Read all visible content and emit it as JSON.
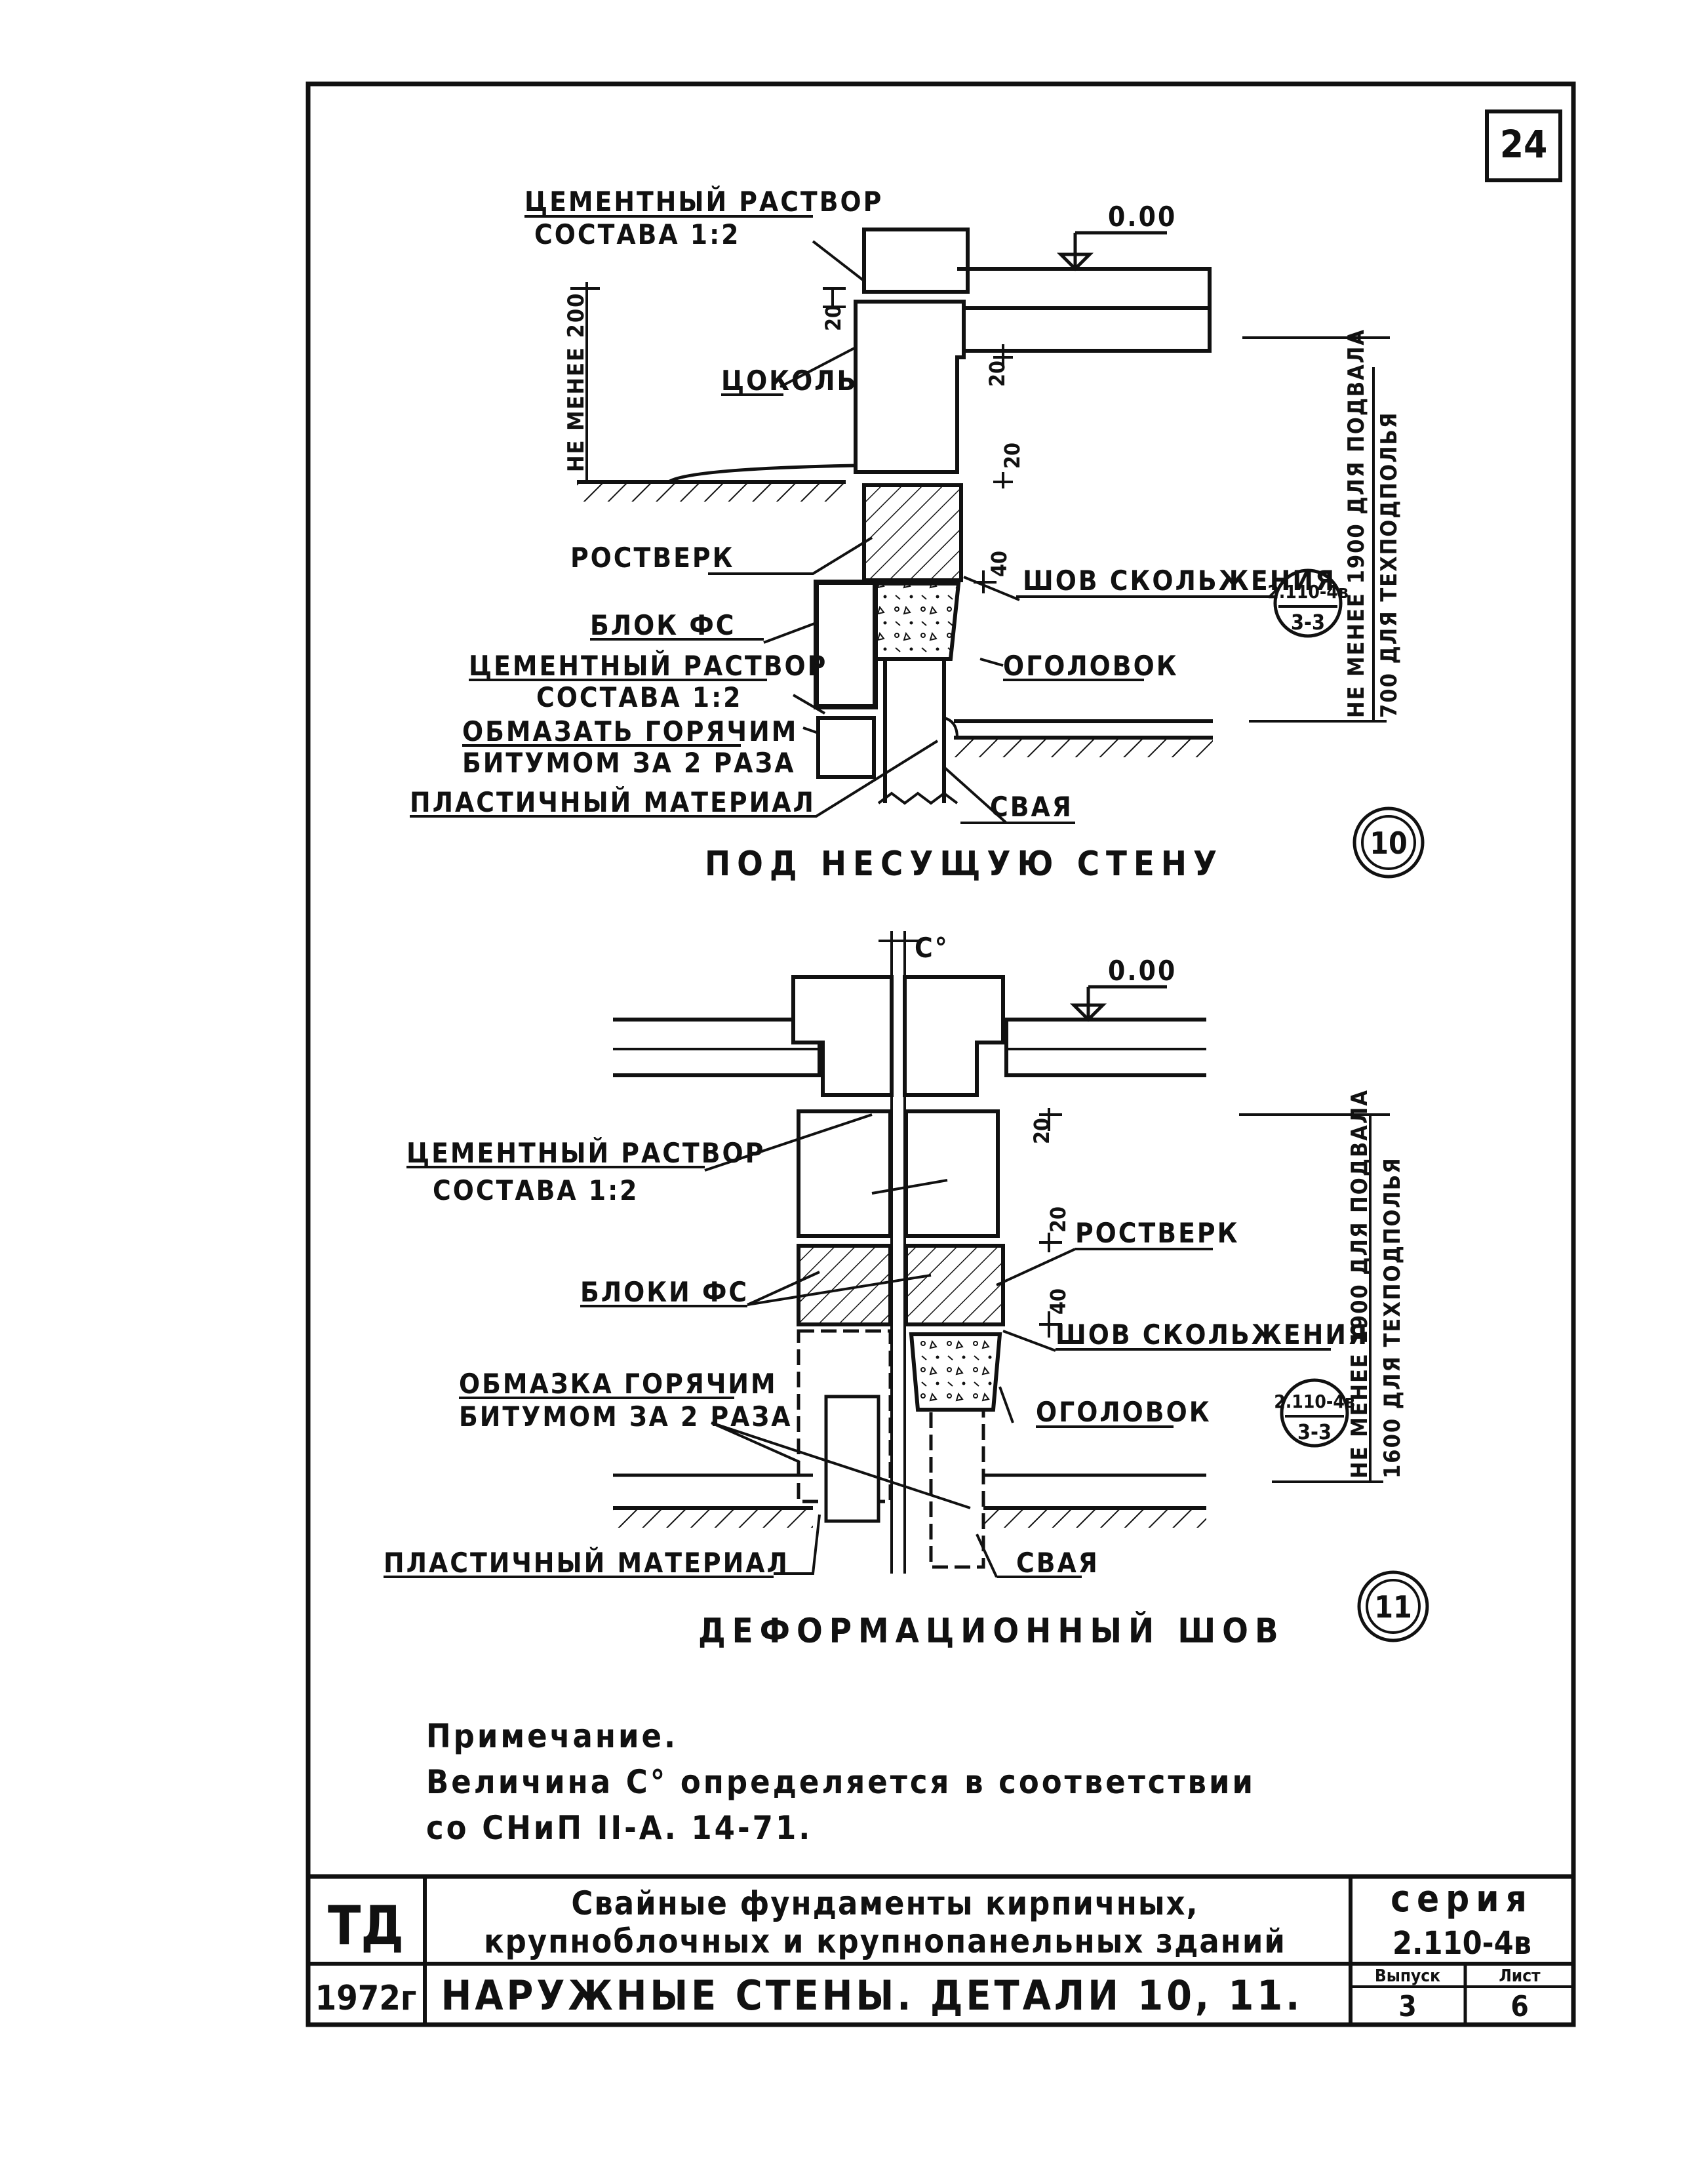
{
  "sheet": {
    "page_number": "24"
  },
  "detail10": {
    "mortar_label_1": "ЦЕМЕНТНЫЙ РАСТВОР",
    "mortar_label_2": "СОСТАВА 1:2",
    "level": "0.00",
    "dim_20_a": "20",
    "dim_20_b": "20",
    "dim_20_c": "20",
    "dim_40": "40",
    "min_height_left": "НЕ МЕНЕЕ 200",
    "min_height_right_1": "НЕ МЕНЕЕ 1900 ДЛЯ ПОДВАЛА",
    "min_height_right_2": "700 ДЛЯ ТЕХПОДПОЛЬЯ",
    "plinth": "ЦОКОЛЬ",
    "grillage": "РОСТВЕРК",
    "slip_joint": "ШОВ СКОЛЬЖЕНИЯ",
    "ref_top": "2.110-4в",
    "ref_bottom": "3-3",
    "block": "БЛОК ФС",
    "mortar2_1": "ЦЕМЕНТНЫЙ РАСТВОР",
    "mortar2_2": "СОСТАВА 1:2",
    "pile_cap": "ОГОЛОВОК",
    "bitumen_1": "ОБМАЗАТЬ ГОРЯЧИМ",
    "bitumen_2": "БИТУМОМ ЗА 2 РАЗА",
    "plastic": "ПЛАСТИЧНЫЙ МАТЕРИАЛ",
    "pile": "СВАЯ",
    "caption": "ПОД НЕСУЩУЮ СТЕНУ",
    "number": "10"
  },
  "detail11": {
    "gap": "C°",
    "level": "0.00",
    "mortar_1": "ЦЕМЕНТНЫЙ РАСТВОР",
    "mortar_2": "СОСТАВА 1:2",
    "dim_20_a": "20",
    "dim_20_b": "20",
    "dim_40": "40",
    "grillage": "РОСТВЕРК",
    "blocks": "БЛОКИ ФС",
    "slip_joint": "ШОВ СКОЛЬЖЕНИЯ",
    "ref_top": "2.110-4в",
    "ref_bottom": "3-3",
    "min_height_1": "НЕ МЕНЕЕ 1900 ДЛЯ ПОДВАЛА",
    "min_height_2": "1600 ДЛЯ ТЕХПОДПОЛЬЯ",
    "bitumen_1": "ОБМАЗКА ГОРЯЧИМ",
    "bitumen_2": "БИТУМОМ ЗА 2 РАЗА",
    "pile_cap": "ОГОЛОВОК",
    "plastic": "ПЛАСТИЧНЫЙ МАТЕРИАЛ",
    "pile": "СВАЯ",
    "caption": "ДЕФОРМАЦИОННЫЙ ШОВ",
    "number": "11"
  },
  "note": {
    "title": "Примечание.",
    "line1": "Величина C° определяется в соответствии",
    "line2": "со СНиП II-А. 14-71."
  },
  "title_block": {
    "code": "ТД",
    "year": "1972г",
    "title_line1": "Свайные фундаменты кирпичных,",
    "title_line2": "крупноблочных и крупнопанельных зданий",
    "sheet_title": "НАРУЖНЫЕ СТЕНЫ. ДЕТАЛИ 10, 11.",
    "series_label": "серия",
    "series_value": "2.110-4в",
    "issue_label": "Выпуск",
    "issue_value": "3",
    "sheet_label": "Лист",
    "sheet_value": "6"
  }
}
